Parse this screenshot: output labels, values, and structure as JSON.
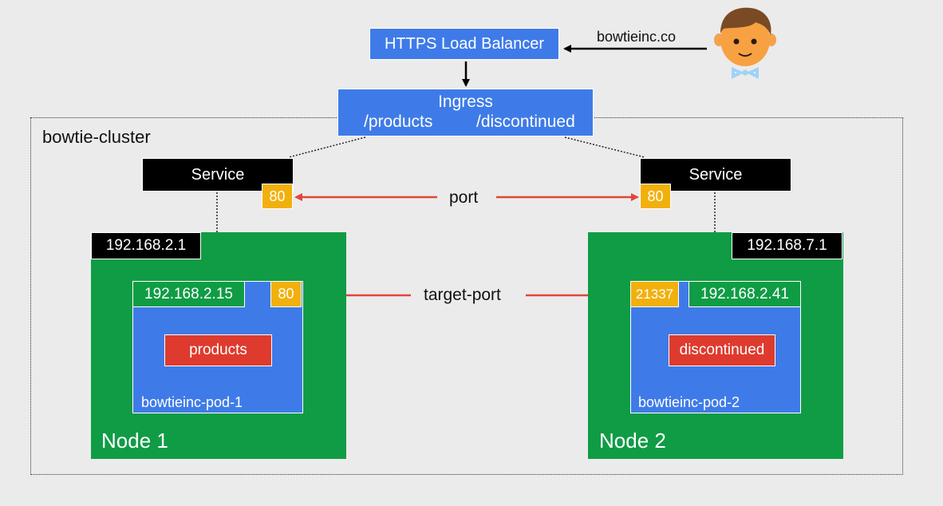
{
  "load_balancer": {
    "label": "HTTPS Load Balancer"
  },
  "domain": {
    "label": "bowtieinc.co"
  },
  "ingress": {
    "title": "Ingress",
    "path1": "/products",
    "path2": "/discontinued"
  },
  "cluster": {
    "label": "bowtie-cluster"
  },
  "services": [
    {
      "label": "Service",
      "port": "80"
    },
    {
      "label": "Service",
      "port": "80"
    }
  ],
  "port_label": "port",
  "target_port_label": "target-port",
  "nodes": [
    {
      "label": "Node 1",
      "ip": "192.168.2.1",
      "pod": {
        "name": "bowtieinc-pod-1",
        "ip": "192.168.2.15",
        "port": "80",
        "app": "products"
      }
    },
    {
      "label": "Node 2",
      "ip": "192.168.7.1",
      "pod": {
        "name": "bowtieinc-pod-2",
        "ip": "192.168.2.41",
        "port": "21337",
        "app": "discontinued"
      }
    }
  ],
  "colors": {
    "blue": "#3f7be8",
    "green": "#109c45",
    "black": "#000000",
    "yellow": "#f2b00d",
    "red": "#de3b2e",
    "arrow_red": "#e0463a"
  },
  "icons": {
    "user": "person-with-bowtie-icon"
  }
}
